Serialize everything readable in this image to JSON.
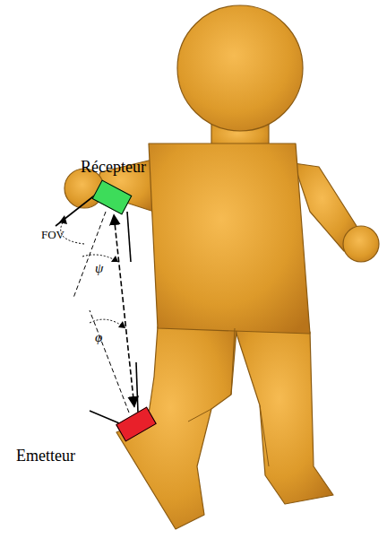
{
  "diagram": {
    "nodes": [
      {
        "text": [
          "Récepteur"
        ]
      },
      {
        "text": [
          "Emetteur"
        ]
      }
    ],
    "edges": [
      {
        "from": 1,
        "to": 0,
        "arrow": "both"
      }
    ],
    "labels": [
      "FOV",
      "ψ",
      "φ"
    ]
  }
}
